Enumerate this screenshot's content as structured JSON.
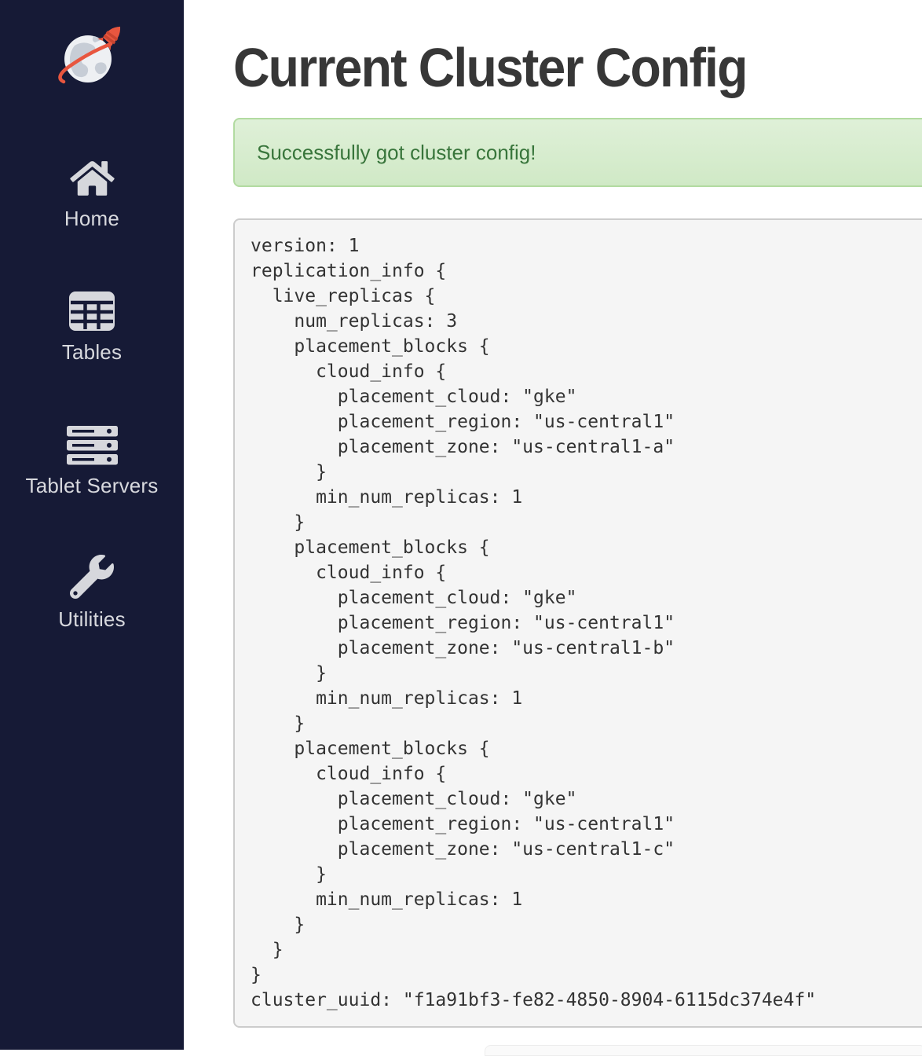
{
  "sidebar": {
    "logo_name": "yugabyte-logo",
    "items": [
      {
        "label": "Home",
        "icon": "home-icon"
      },
      {
        "label": "Tables",
        "icon": "table-icon"
      },
      {
        "label": "Tablet Servers",
        "icon": "server-stack-icon"
      },
      {
        "label": "Utilities",
        "icon": "wrench-icon"
      }
    ]
  },
  "main": {
    "title": "Current Cluster Config",
    "alert": {
      "message": "Successfully got cluster config!"
    },
    "config_text": "version: 1\nreplication_info {\n  live_replicas {\n    num_replicas: 3\n    placement_blocks {\n      cloud_info {\n        placement_cloud: \"gke\"\n        placement_region: \"us-central1\"\n        placement_zone: \"us-central1-a\"\n      }\n      min_num_replicas: 1\n    }\n    placement_blocks {\n      cloud_info {\n        placement_cloud: \"gke\"\n        placement_region: \"us-central1\"\n        placement_zone: \"us-central1-b\"\n      }\n      min_num_replicas: 1\n    }\n    placement_blocks {\n      cloud_info {\n        placement_cloud: \"gke\"\n        placement_region: \"us-central1\"\n        placement_zone: \"us-central1-c\"\n      }\n      min_num_replicas: 1\n    }\n  }\n}\ncluster_uuid: \"f1a91bf3-fe82-4850-8904-6115dc374e4f\"",
    "cluster_uuid": "f1a91bf3-fe82-4850-8904-6115dc374e4f",
    "num_replicas": 3,
    "placement_cloud": "gke",
    "placement_region": "us-central1",
    "placement_zones": [
      "us-central1-a",
      "us-central1-b",
      "us-central1-c"
    ]
  },
  "colors": {
    "sidebar_bg": "#161A36",
    "nav_text": "#D8D9DE",
    "heading": "#373737",
    "alert_text": "#38753B",
    "alert_bg_top": "#DFF0D8",
    "alert_bg_bottom": "#D0E9C6",
    "alert_border": "#B2DBA1",
    "code_bg": "#F5F5F5",
    "code_border": "#CCCCCC",
    "code_text": "#333333",
    "logo_orange": "#E8563F"
  }
}
